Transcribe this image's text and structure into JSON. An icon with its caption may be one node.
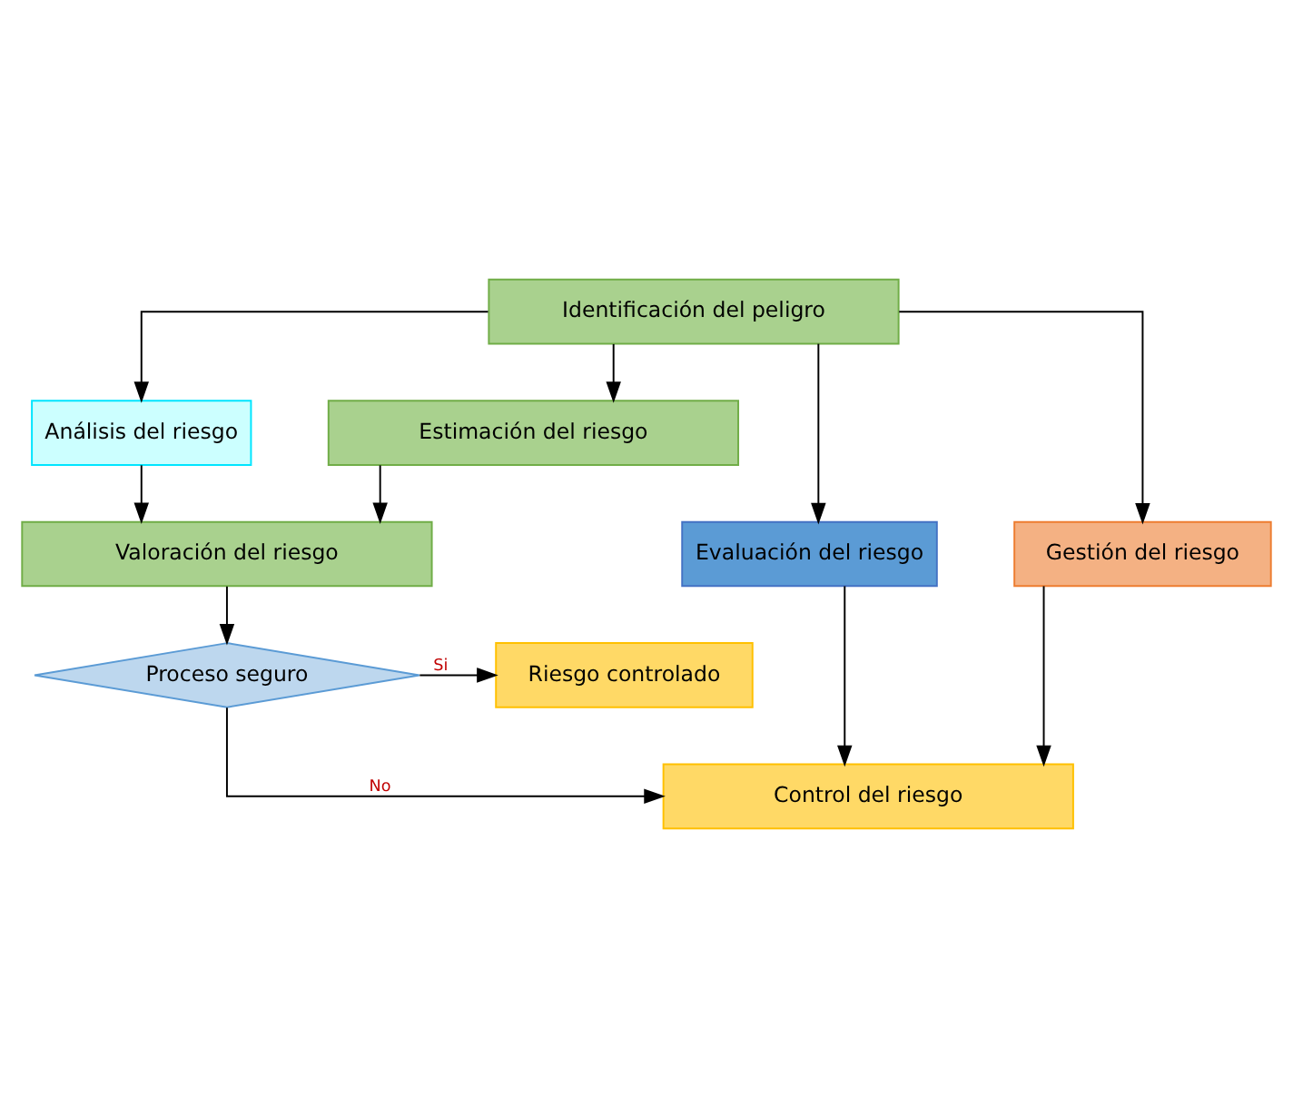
{
  "diagram": {
    "nodes": [
      {
        "text": [
          "Identificación del peligro"
        ]
      },
      {
        "text": [
          "Análisis del riesgo"
        ]
      },
      {
        "text": [
          "Estimación del riesgo"
        ]
      },
      {
        "text": [
          "Valoración del riesgo"
        ]
      },
      {
        "text": [
          "Evaluación del riesgo"
        ]
      },
      {
        "text": [
          "Proceso seguro"
        ]
      },
      {
        "text": [
          "Riesgo controlado"
        ]
      },
      {
        "text": [
          "Gestión del riesgo"
        ]
      },
      {
        "text": [
          "Control del riesgo"
        ]
      }
    ],
    "edges": [
      {
        "from": 0,
        "to": 2,
        "arrow": "to"
      },
      {
        "from": 0,
        "to": 1,
        "arrow": "to"
      },
      {
        "from": 0,
        "to": 4,
        "arrow": "to"
      },
      {
        "from": 0,
        "to": 7,
        "arrow": "to"
      },
      {
        "from": 2,
        "to": 3,
        "arrow": "to"
      },
      {
        "from": 1,
        "to": 3,
        "arrow": "to"
      },
      {
        "from": 3,
        "to": 5,
        "arrow": "to"
      },
      {
        "from": 5,
        "to": 6,
        "arrow": "to",
        "label": "Si"
      },
      {
        "from": 5,
        "to": 8,
        "arrow": "to",
        "label": "No"
      },
      {
        "from": 4,
        "to": 8,
        "arrow": "to"
      },
      {
        "from": 7,
        "to": 8,
        "arrow": "to"
      }
    ]
  }
}
